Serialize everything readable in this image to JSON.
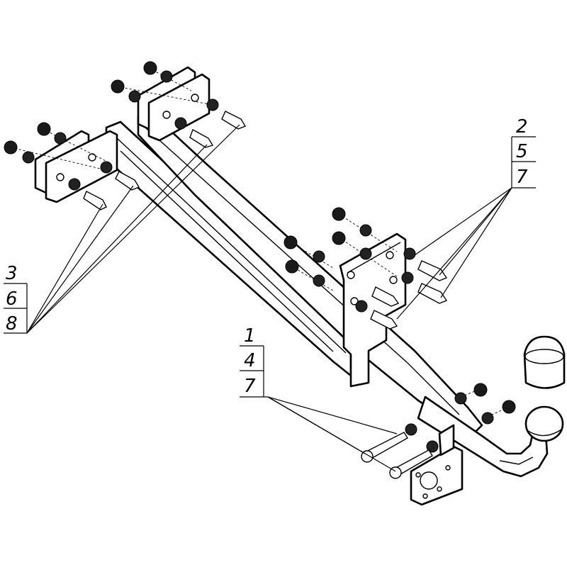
{
  "callouts": {
    "left": {
      "labels": [
        "3",
        "6",
        "8"
      ]
    },
    "right": {
      "labels": [
        "2",
        "5",
        "7"
      ]
    },
    "center": {
      "labels": [
        "1",
        "4",
        "7"
      ]
    }
  }
}
